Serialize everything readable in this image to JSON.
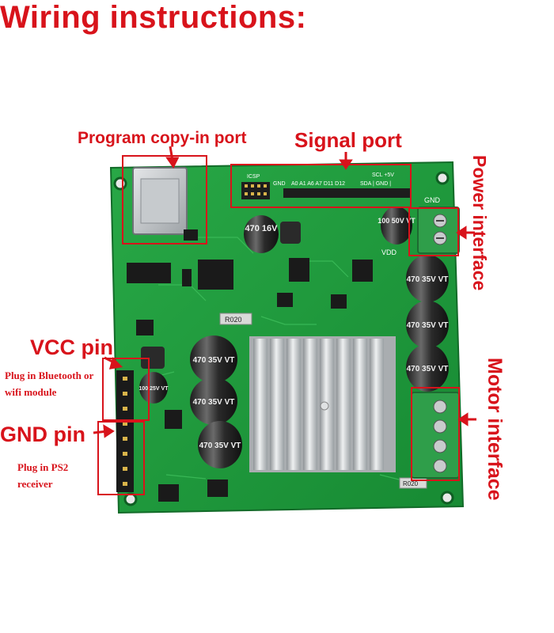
{
  "title": "Wiring instructions:",
  "labels": {
    "program_port": "Program copy-in port",
    "signal_port": "Signal port",
    "power_interface": "Power interface",
    "motor_interface": "Motor interface",
    "vcc_pin": "VCC pin",
    "gnd_pin": "GND pin",
    "bluetooth_note": "Plug in Bluetooth or wifi module",
    "ps2_note": "Plug in PS2 receiver"
  },
  "board_silkscreen": {
    "icsp": "ICSP",
    "gnd": "GND",
    "analog": "A0 A1 A6 A7 D11 D12",
    "scl_5v": "SCL +5V",
    "sda_gnd": "SDA | GND |",
    "gnd_power": "GND",
    "vdd": "VDD",
    "r020_a": "R020",
    "r020_b": "R020",
    "cap_470_16v": "470 16V",
    "cap_100_50v": "100 50V VT",
    "cap_470_35v": "470 35V VT",
    "cap_100_25v": "100 25V VT"
  },
  "colors": {
    "accent_red": "#d8131b",
    "pcb_green": "#1f9a3c",
    "heatsink": "#c9cbcc"
  }
}
